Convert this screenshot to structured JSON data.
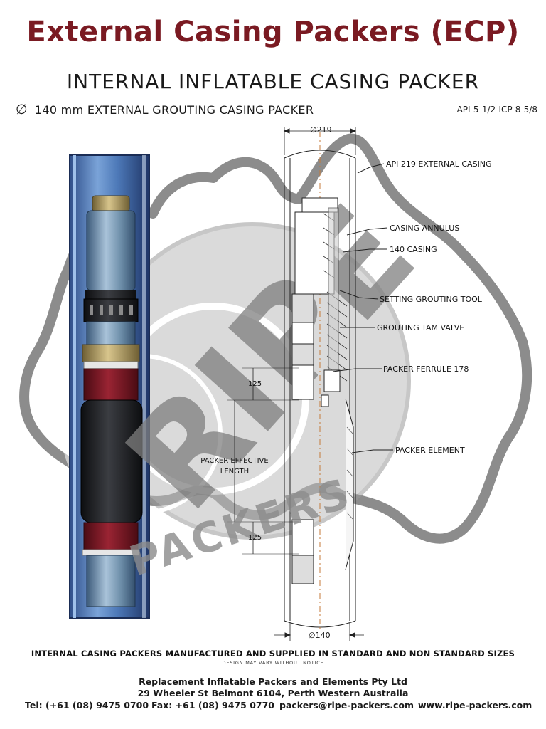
{
  "header": {
    "title": "External Casing Packers (ECP)",
    "subtitle": "INTERNAL INFLATABLE CASING PACKER",
    "description_symbol": "∅",
    "description": "140 mm EXTERNAL GROUTING CASING PACKER",
    "model_code": "API-5-1/2-ICP-8-5/8"
  },
  "watermark": {
    "brand": "RIPE",
    "word": "PACKERS"
  },
  "drawing": {
    "top_dimension": "∅219",
    "bottom_dimension": "∅140",
    "upper_length": "125",
    "lower_length": "125",
    "effective_length_line1": "PACKER EFFECTIVE",
    "effective_length_line2": "LENGTH",
    "callouts": [
      "API 219 EXTERNAL CASING",
      "CASING ANNULUS",
      "140 CASING",
      "SETTING GROUTING TOOL",
      "GROUTING TAM VALVE",
      "PACKER FERRULE 178",
      "PACKER ELEMENT"
    ]
  },
  "colors": {
    "title": "#7a1a22",
    "casing_blue": "#4d79b8",
    "element_black": "#1e1f22",
    "ferrule_red": "#7a1320",
    "brass": "#b9a264",
    "watermark_gray": "#8c8c8c"
  },
  "footer": {
    "note": "INTERNAL CASING PACKERS MANUFACTURED AND SUPPLIED IN STANDARD AND NON STANDARD SIZES",
    "disclaimer": "DESIGN MAY VARY WITHOUT NOTICE",
    "company": "Replacement Inflatable Packers and Elements Pty Ltd",
    "address": "29 Wheeler St Belmont 6104, Perth Western Australia",
    "tel": "Tel: (+61 (08) 9475 0700",
    "fax": "Fax: +61 (08) 9475 0770",
    "email": "packers@ripe-packers.com",
    "website": "www.ripe-packers.com"
  }
}
